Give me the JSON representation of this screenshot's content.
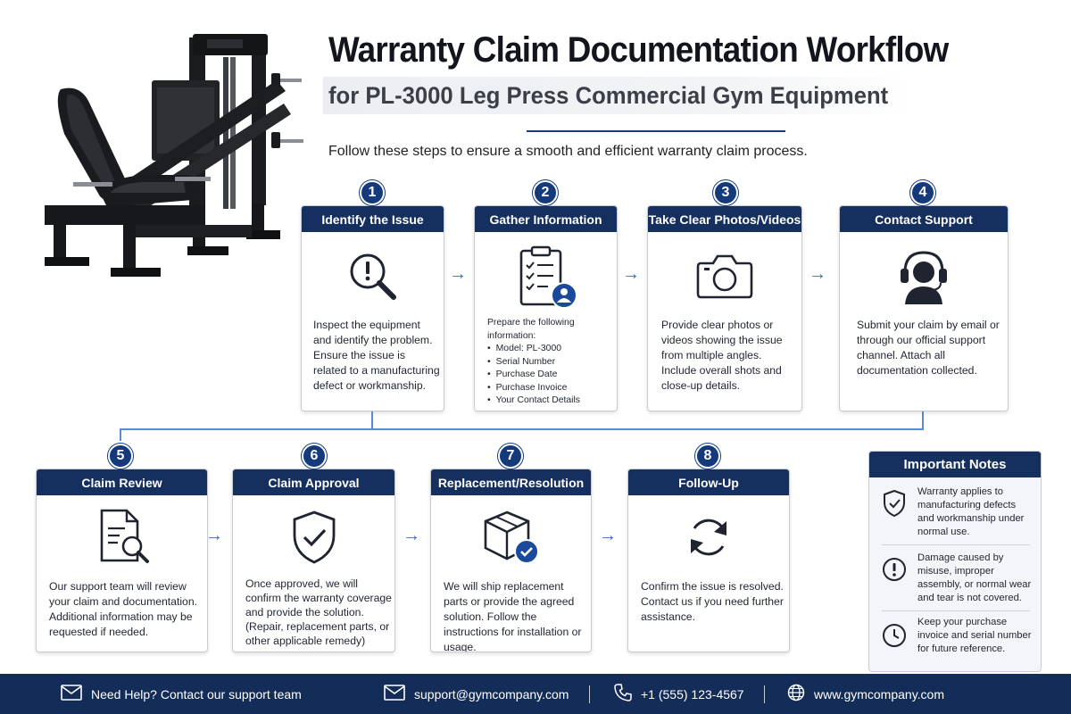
{
  "header": {
    "title": "Warranty Claim Documentation Workflow",
    "subtitle": "for PL-3000 Leg Press Commercial Gym Equipment",
    "intro": "Follow these steps to ensure a smooth and efficient warranty claim process."
  },
  "steps": [
    {
      "number": "1",
      "title": "Identify the Issue",
      "icon": "magnifier-exclamation-icon",
      "text": "Inspect the equipment and identify the problem. Ensure the issue is related to a manufacturing defect or workmanship."
    },
    {
      "number": "2",
      "title": "Gather Information",
      "icon": "clipboard-checklist-icon",
      "intro": "Prepare the following information:",
      "items": [
        "Model: PL-3000",
        "Serial Number",
        "Purchase Date",
        "Purchase Invoice",
        "Your Contact Details"
      ]
    },
    {
      "number": "3",
      "title": "Take Clear Photos/Videos",
      "icon": "camera-icon",
      "text": "Provide clear photos or videos showing the issue from multiple angles. Include overall shots and close-up details."
    },
    {
      "number": "4",
      "title": "Contact Support",
      "icon": "headset-agent-icon",
      "text": "Submit your claim by email or through our official support channel. Attach all documentation collected."
    },
    {
      "number": "5",
      "title": "Claim Review",
      "icon": "document-search-icon",
      "text": "Our support team will review your claim and documentation. Additional information may be requested if needed."
    },
    {
      "number": "6",
      "title": "Claim Approval",
      "icon": "shield-check-icon",
      "text": "Once approved, we will confirm the warranty coverage and provide the solution.",
      "note": "(Repair, replacement parts, or other applicable remedy)"
    },
    {
      "number": "7",
      "title": "Replacement/Resolution",
      "icon": "package-check-icon",
      "text": "We will ship replacement parts or provide the agreed solution. Follow the instructions for installation or usage."
    },
    {
      "number": "8",
      "title": "Follow-Up",
      "icon": "refresh-cycle-icon",
      "text": "Confirm the issue is resolved. Contact us if you need further assistance."
    }
  ],
  "notes": {
    "title": "Important Notes",
    "items": [
      {
        "icon": "shield-check-icon",
        "text": "Warranty applies to manufacturing defects and workmanship under normal use."
      },
      {
        "icon": "exclamation-circle-icon",
        "text": "Damage caused by misuse, improper assembly, or normal wear and tear is not covered."
      },
      {
        "icon": "clock-icon",
        "text": "Keep your purchase invoice and serial number for future reference."
      }
    ]
  },
  "footer": {
    "help": "Need Help? Contact our support team",
    "email": "support@gymcompany.com",
    "phone": "+1 (555) 123-4567",
    "website": "www.gymcompany.com"
  },
  "colors": {
    "navy": "#152f5e",
    "badge": "#143a7c",
    "arrow": "#3f6db5",
    "footer": "#132c58"
  }
}
